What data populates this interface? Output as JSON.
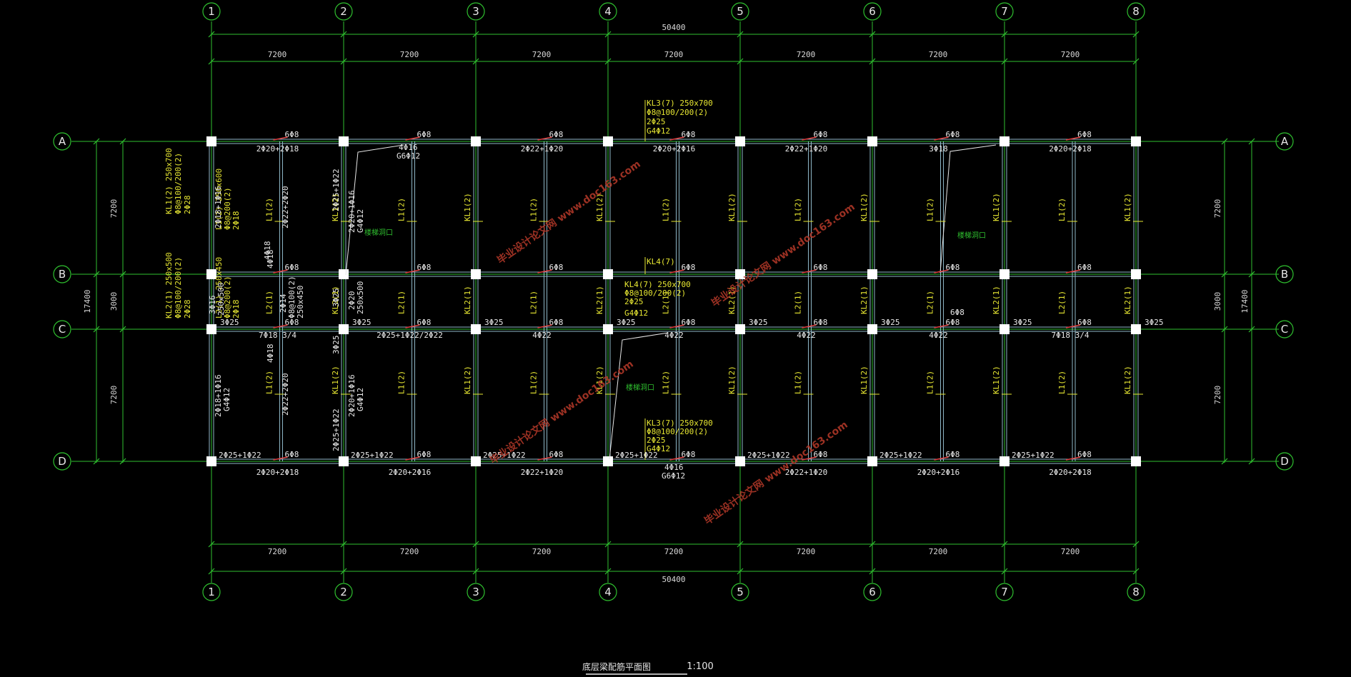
{
  "axes": {
    "columns": [
      "1",
      "2",
      "3",
      "4",
      "5",
      "6",
      "7",
      "8"
    ],
    "rows": [
      "A",
      "B",
      "C",
      "D"
    ]
  },
  "dims": {
    "bay": "7200",
    "total": "50400",
    "row_spans": [
      "7200",
      "3000",
      "7200"
    ],
    "overall": "17400"
  },
  "beam_labels": {
    "ab_left": "KL1(2) 250x700",
    "ab_left_2": "Φ8@100/200(2)",
    "ab_left_3": "2Φ28",
    "ab_l1": "L1(2) 250x600",
    "ab_l1_2": "Φ8@200(2)",
    "ab_l1_3": "2Φ18",
    "bc_left": "KL2(1) 250x500",
    "bc_left_2": "Φ8@100/200(2)",
    "bc_left_3": "2Φ28",
    "bc_l2": "L2(1) 250x450",
    "bc_l2_2": "Φ8@200(2)",
    "bc_l2_3": "2Φ18",
    "kl3_top": "KL3(7) 250x700",
    "kl3_top_2": "Φ8@100/200(2)",
    "kl3_top_3": "2Φ25",
    "kl3_top_4": "G4Φ12",
    "kl4": "KL4(7)",
    "kl4_b": "KL4(7) 250x700",
    "kl4_b_2": "Φ8@100/200(2)",
    "kl4_b_3": "2Φ25",
    "kl4_b_4": "G4Φ12",
    "kl3_bot": "KL3(7) 250x700",
    "kl3_bot_2": "Φ8@100/200(2)",
    "kl3_bot_3": "2Φ25",
    "kl3_bot_4": "G4Φ12",
    "kl1": "KL1(2)",
    "l1": "L1(2)",
    "kl2": "KL2(1)",
    "l2": "L2(1)",
    "stair": "楼梯洞口"
  },
  "rebar": {
    "phi8": "6Φ8",
    "a_top_1": "2Φ20+2Φ18",
    "a_top_3": "2Φ22+1Φ20",
    "a_top_4": "2Φ20+2Φ16",
    "a_top_5": "2Φ22+1Φ20",
    "a_top_6": "3Φ18",
    "a_top_7": "2Φ20+2Φ18",
    "a_4016": "4Φ16",
    "a_g6": "G6Φ12",
    "c_3025": "3Φ25",
    "c_2025": "2Φ25+1Φ22/2Φ22",
    "c_4022": "4Φ22",
    "c_7018": "7Φ18 3/4",
    "c_4018": "4Φ18",
    "c_6d8": "6Φ8",
    "d_2025": "2Φ25+1Φ22",
    "d_bot_1": "2Φ20+2Φ18",
    "d_bot_2": "2Φ20+2Φ16",
    "d_bot_3": "2Φ22+1Φ20",
    "d_bot_4": "4Φ16",
    "d_bot_5": "G6Φ12",
    "v_1": "2Φ18+1Φ16",
    "v_2": "G4Φ12",
    "v_3": "2Φ22+2Φ20",
    "v_4": "2Φ25+1Φ22",
    "v_5": "2Φ20+1Φ16",
    "v_6": "2Φ14",
    "v_7": "Φ8@100(2)",
    "v_8": "250x450",
    "v_9": "3Φ16",
    "v_10": "250x500",
    "v_11": "3Φ25",
    "v_12": "2Φ20",
    "v_13": "4Φ18"
  },
  "watermark": "毕业设计论文网 www.doc163.com",
  "title": "底层梁配筋平面图",
  "scale": "1:100",
  "colors": {
    "background": "#000000",
    "grid": "#2fc02f",
    "beam": "#8fb8c8",
    "column": "#ffffff",
    "text": "#e8e8e8",
    "label": "#e6e632",
    "rebar_mark": "#e04040",
    "watermark": "#b83a2a"
  }
}
